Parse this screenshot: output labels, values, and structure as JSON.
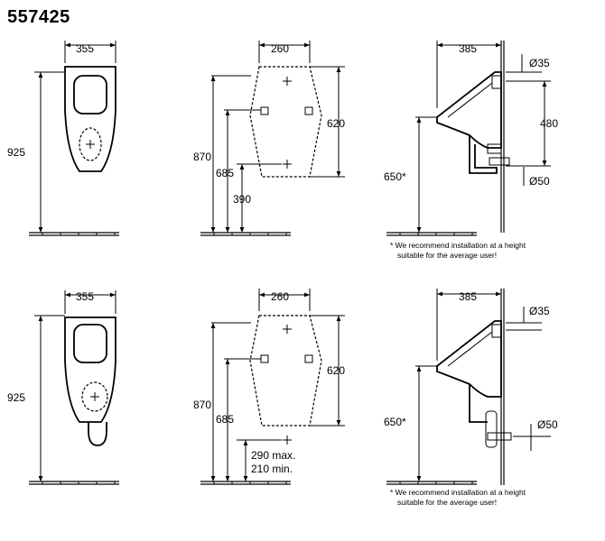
{
  "title": "557425",
  "top": {
    "front": {
      "width": "355",
      "height": "925"
    },
    "template": {
      "width": "260",
      "h870": "870",
      "h685": "685",
      "h390": "390",
      "h620": "620"
    },
    "side": {
      "depth": "385",
      "d35": "Ø35",
      "h480": "480",
      "h650": "650*",
      "d50": "Ø50"
    },
    "note_line1": "* We recommend installation at a height",
    "note_line2": "suitable  for the average user!"
  },
  "bottom": {
    "front": {
      "width": "355",
      "height": "925"
    },
    "template": {
      "width": "260",
      "h870": "870",
      "h685": "685",
      "h620": "620",
      "max": "290 max.",
      "min": "210 min."
    },
    "side": {
      "depth": "385",
      "d35": "Ø35",
      "h650": "650*",
      "d50": "Ø50"
    },
    "note_line1": "* We recommend installation at a height",
    "note_line2": "suitable  for the average user!"
  }
}
